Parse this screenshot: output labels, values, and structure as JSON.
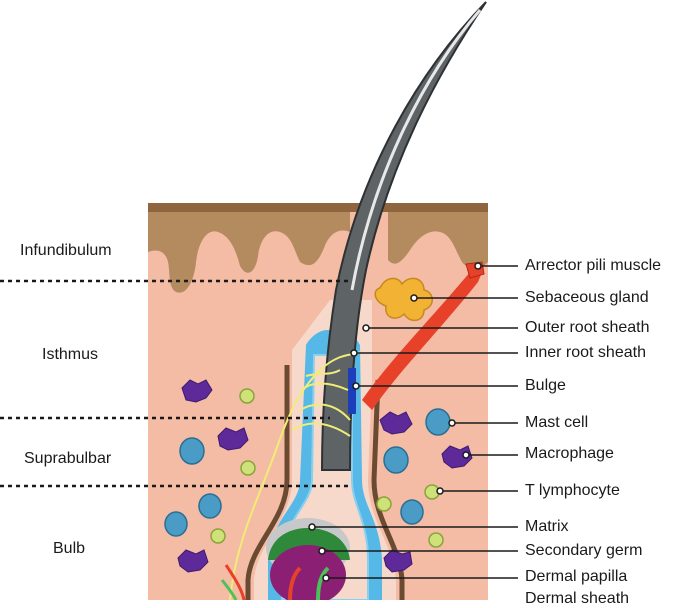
{
  "regions": {
    "infundibulum": "Infundibulum",
    "isthmus": "Isthmus",
    "suprabulbar": "Suprabulbar",
    "bulb": "Bulb"
  },
  "callouts": {
    "arrector_pili_muscle": "Arrector pili muscle",
    "sebaceous_gland": "Sebaceous gland",
    "outer_root_sheath": "Outer root sheath",
    "inner_root_sheath": "Inner root sheath",
    "bulge": "Bulge",
    "mast_cell": "Mast cell",
    "macrophage": "Macrophage",
    "t_lymphocyte": "T lymphocyte",
    "matrix": "Matrix",
    "secondary_germ": "Secondary germ",
    "dermal_papilla": "Dermal papilla",
    "dermal_sheath": "Dermal sheath"
  },
  "colors": {
    "dermis": "#f4bba5",
    "epidermis": "#b48a5f",
    "epidermis_top": "#8f6540",
    "hair_shaft": "#5e6366",
    "outer_root_sheath": "#55b8e6",
    "dermal_papilla": "#8a1f74",
    "secondary_germ": "#2e8a3a",
    "arrector_pili": "#e8412a",
    "sebaceous_gland": "#f2b233",
    "macrophage": "#5e2a9a",
    "mast_cell": "#4a9cc6",
    "t_lymphocyte": "#cfe27a",
    "nerve": "#f1ec76",
    "bulge": "#1e3db8"
  }
}
